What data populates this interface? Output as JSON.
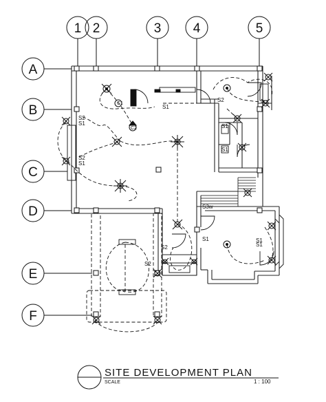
{
  "drawing": {
    "title": "SITE DEVELOPMENT PLAN",
    "scale_label": "SCALE",
    "scale_value": "1 : 100"
  },
  "grid_columns": [
    "1",
    "2",
    "3",
    "4",
    "5"
  ],
  "grid_rows": [
    "A",
    "B",
    "C",
    "D",
    "E",
    "F"
  ],
  "switch_labels": {
    "s1_kitchen": "S1",
    "s2_top_right": "S2",
    "s2_left_upper": "S2",
    "s1_left_upper": "S1",
    "s2_left_mid": "S2",
    "s1_left_mid": "S1",
    "s1_store": "S1",
    "s1_bath": "S1",
    "s3w_stair": "S3w",
    "s2_porch": "S2",
    "s1_porch": "S1",
    "s1_bedroom": "S1",
    "s1_bedroom_right": "S1",
    "s2_garden": "S2"
  },
  "outlet_labels": {
    "c1": "C1",
    "c2": "C2"
  },
  "colors": {
    "line": "#111111",
    "wall": "#222222",
    "background": "#ffffff"
  }
}
